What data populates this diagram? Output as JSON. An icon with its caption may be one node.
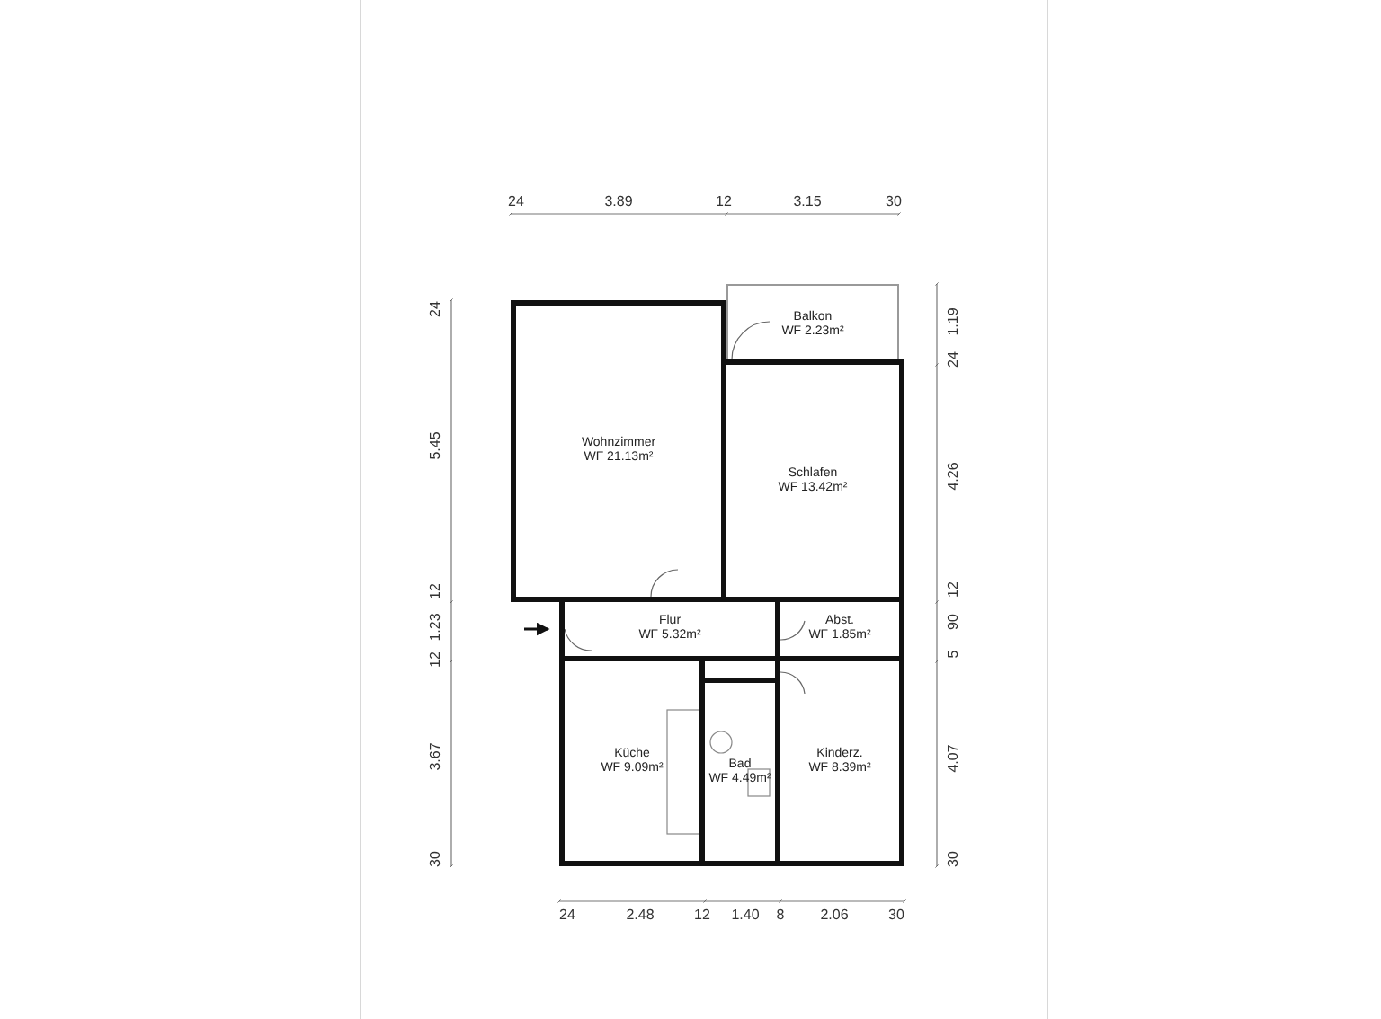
{
  "diagram": {
    "nodes": [
      {
        "text": [
          "Wohnzimmer",
          "WF 21.13m²"
        ]
      },
      {
        "text": [
          "Balkon",
          "WF 2.23m²"
        ]
      },
      {
        "text": [
          "Schlafen",
          "WF 13.42m²"
        ]
      },
      {
        "text": [
          "Flur",
          "WF 5.32m²"
        ]
      },
      {
        "text": [
          "Abst.",
          "WF 1.85m²"
        ]
      },
      {
        "text": [
          "Küche",
          "WF 9.09m²"
        ]
      },
      {
        "text": [
          "Bad",
          "WF 4.49m²"
        ]
      },
      {
        "text": [
          "Kinderz.",
          "WF 8.39m²"
        ]
      }
    ],
    "labels": [
      "24",
      "3.89",
      "12",
      "3.15",
      "30",
      "24",
      "5.45",
      "12",
      "1.23",
      "12",
      "3.67",
      "30",
      "1.19",
      "24",
      "4.26",
      "12",
      "90",
      "5",
      "4.07",
      "30",
      "24",
      "2.48",
      "12",
      "1.40",
      "8",
      "2.06",
      "30"
    ]
  }
}
